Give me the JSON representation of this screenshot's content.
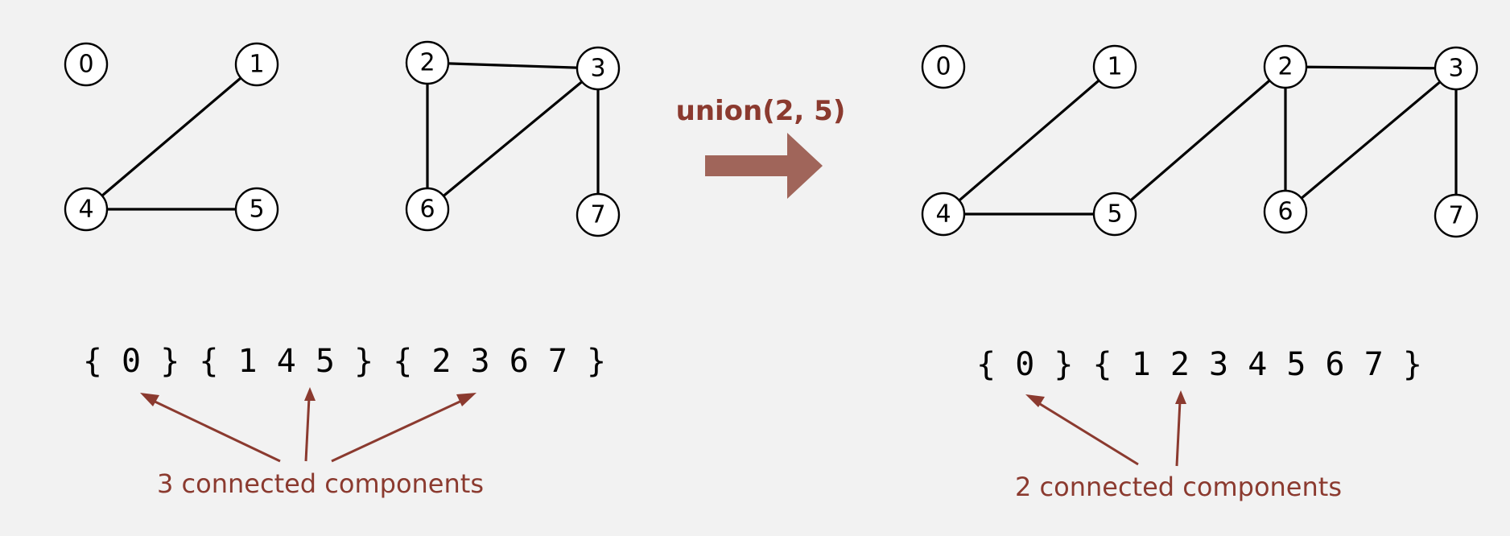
{
  "operation": {
    "label": "union(2, 5)"
  },
  "colors": {
    "accent": "#8b3a2f",
    "arrow": "#a0655a",
    "background": "#f2f2f2"
  },
  "before": {
    "nodes": [
      "0",
      "1",
      "2",
      "3",
      "4",
      "5",
      "6",
      "7"
    ],
    "edges": [
      [
        "1",
        "4"
      ],
      [
        "4",
        "5"
      ],
      [
        "2",
        "3"
      ],
      [
        "2",
        "6"
      ],
      [
        "3",
        "6"
      ],
      [
        "3",
        "7"
      ]
    ],
    "sets_text": "{ 0 } { 1 4 5 } { 2 3 6 7 }",
    "components_label": "3 connected components"
  },
  "after": {
    "nodes": [
      "0",
      "1",
      "2",
      "3",
      "4",
      "5",
      "6",
      "7"
    ],
    "edges": [
      [
        "1",
        "4"
      ],
      [
        "4",
        "5"
      ],
      [
        "2",
        "5"
      ],
      [
        "2",
        "3"
      ],
      [
        "2",
        "6"
      ],
      [
        "3",
        "6"
      ],
      [
        "3",
        "7"
      ]
    ],
    "sets_text": "{ 0 } { 1 2 3 4 5 6 7 }",
    "components_label": "2 connected components"
  }
}
